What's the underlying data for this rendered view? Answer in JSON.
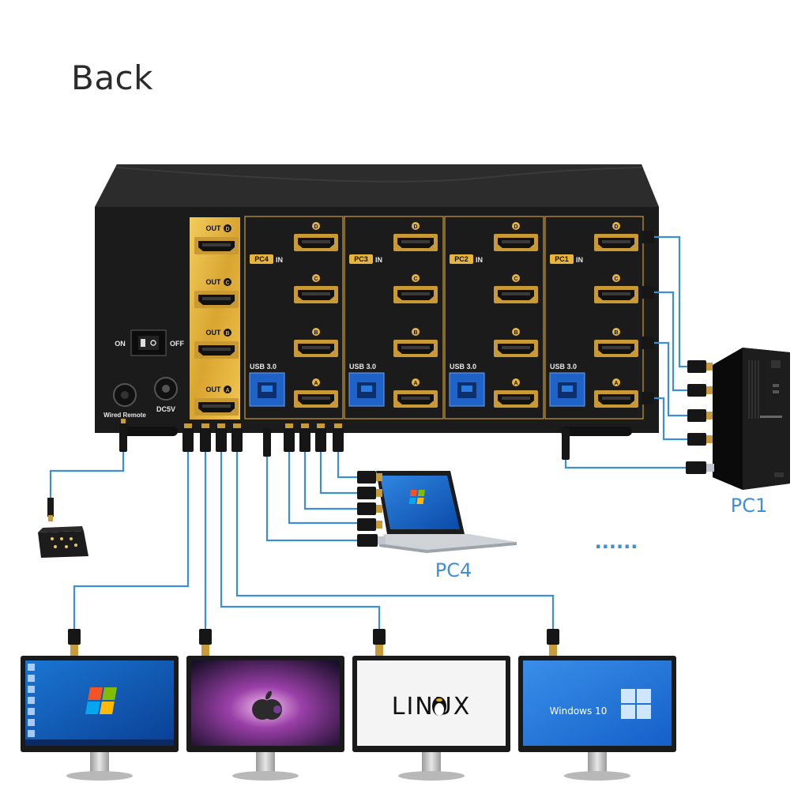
{
  "heading": "Back",
  "kvm": {
    "outputs": [
      "OUT D",
      "OUT C",
      "OUT B",
      "OUT A"
    ],
    "output_letters": [
      "D",
      "C",
      "B",
      "A"
    ],
    "port_letters": [
      "D",
      "C",
      "B",
      "A"
    ],
    "groups": [
      {
        "name": "PC4",
        "suffix": "IN",
        "usb": "USB 3.0"
      },
      {
        "name": "PC3",
        "suffix": "IN",
        "usb": "USB 3.0"
      },
      {
        "name": "PC2",
        "suffix": "IN",
        "usb": "USB 3.0"
      },
      {
        "name": "PC1",
        "suffix": "IN",
        "usb": "USB 3.0"
      }
    ],
    "switch_on": "ON",
    "switch_off": "OFF",
    "wired_remote": "Wired Remote",
    "power": "DC5V"
  },
  "computers": {
    "pc1": "PC1",
    "pc4": "PC4"
  },
  "ellipsis": "......",
  "monitors": [
    {
      "screen": "windows7"
    },
    {
      "screen": "macos"
    },
    {
      "screen": "linux",
      "text": "LINUX"
    },
    {
      "screen": "windows10",
      "text": "Windows 10"
    }
  ],
  "colors": {
    "cable": "#3a8fd8",
    "gold": "#e7b43c",
    "label": "#3f8fd8",
    "body": "#1c1c1c"
  }
}
